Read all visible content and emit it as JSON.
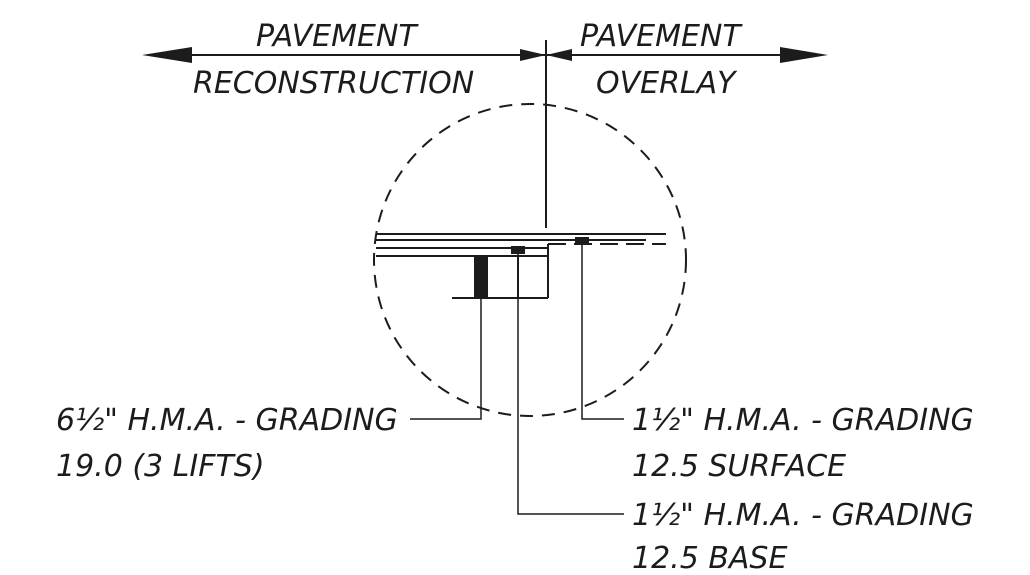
{
  "headers": {
    "left_line1": "PAVEMENT",
    "left_line2": "RECONSTRUCTION",
    "right_line1": "PAVEMENT",
    "right_line2": "OVERLAY"
  },
  "callouts": {
    "left": {
      "line1": "6½\" H.M.A. - GRADING",
      "line2": "19.0 (3 LIFTS)"
    },
    "surface": {
      "line1": "1½\" H.M.A. - GRADING",
      "line2": "12.5 SURFACE"
    },
    "base": {
      "line1": "1½\" H.M.A. - GRADING",
      "line2": "12.5 BASE"
    }
  }
}
